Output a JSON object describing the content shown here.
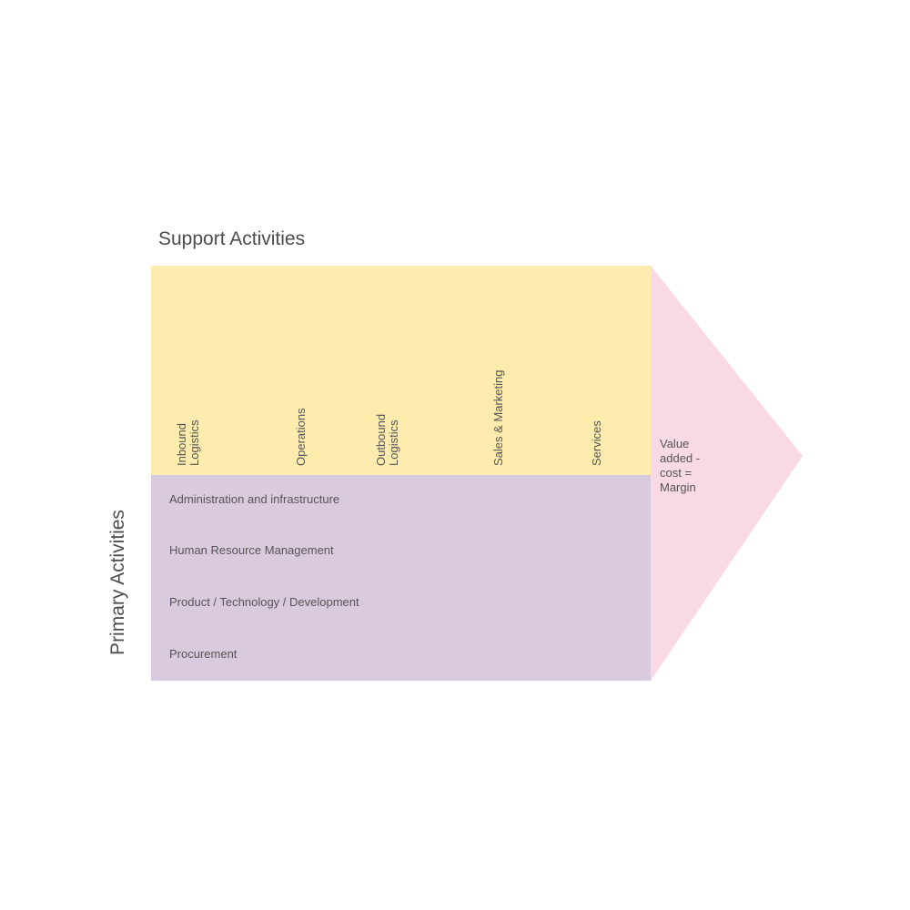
{
  "support_title": "Support Activities",
  "primary_title": "Primary Activities",
  "columns": [
    {
      "label": "Inbound\nLogistics"
    },
    {
      "label": "Operations"
    },
    {
      "label": "Outbound\nLogistics"
    },
    {
      "label": "Sales & Marketing"
    },
    {
      "label": "Services"
    }
  ],
  "rows": [
    {
      "label": "Administration and infrastructure"
    },
    {
      "label": "Human Resource Management"
    },
    {
      "label": "Product / Technology / Development"
    },
    {
      "label": "Procurement"
    }
  ],
  "margin_label": "Value\nadded -\ncost =\nMargin",
  "colors": {
    "support_fill": "#fdecae",
    "primary_fill": "#dacadd",
    "margin_fill": "#f8d9e4"
  }
}
